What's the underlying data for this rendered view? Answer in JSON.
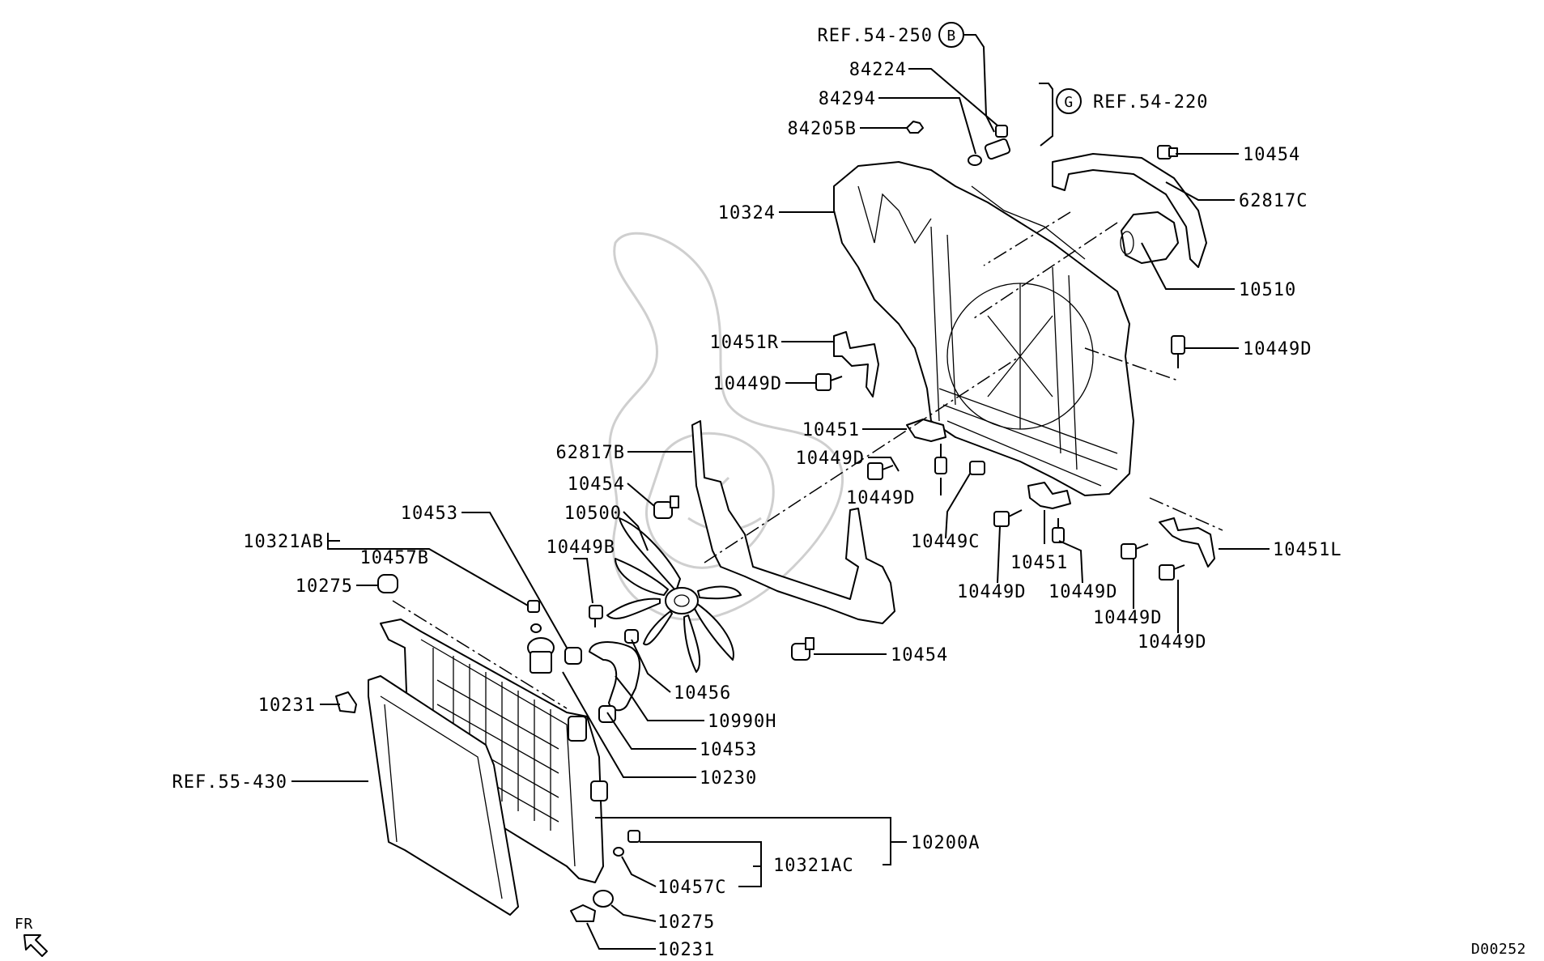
{
  "diagram_code": "D00252",
  "direction_label": "FR",
  "ref_markers": {
    "b": {
      "letter": "B",
      "ref": "REF.54-250"
    },
    "g": {
      "letter": "G",
      "ref": "REF.54-220"
    }
  },
  "callouts": {
    "c84224": "84224",
    "c84294": "84294",
    "c84205b": "84205B",
    "c10454_top": "10454",
    "c62817c": "62817C",
    "c10324": "10324",
    "c10510": "10510",
    "c10451r": "10451R",
    "c10449d_right_top": "10449D",
    "c10449d_left_a": "10449D",
    "c10451_a": "10451",
    "c62817b": "62817B",
    "c10449d_left_b": "10449D",
    "c10449d_mid": "10449D",
    "c10454_left": "10454",
    "c10453_a": "10453",
    "c10500": "10500",
    "c10321ab": "10321AB",
    "c10457b": "10457B",
    "c10449b": "10449B",
    "c10449c": "10449C",
    "c10451l": "10451L",
    "c10275_top": "10275",
    "c10451_b": "10451",
    "c10449d_b1": "10449D",
    "c10449d_b2": "10449D",
    "c10449d_r1": "10449D",
    "c10449d_r2": "10449D",
    "c10454_bottom": "10454",
    "c10456": "10456",
    "c10231_left": "10231",
    "c10990h": "10990H",
    "c10453_b": "10453",
    "c10230": "10230",
    "c_ref55": "REF.55-430",
    "c10200a": "10200A",
    "c10321ac": "10321AC",
    "c10457c": "10457C",
    "c10275_bottom": "10275",
    "c10231_bottom": "10231"
  }
}
